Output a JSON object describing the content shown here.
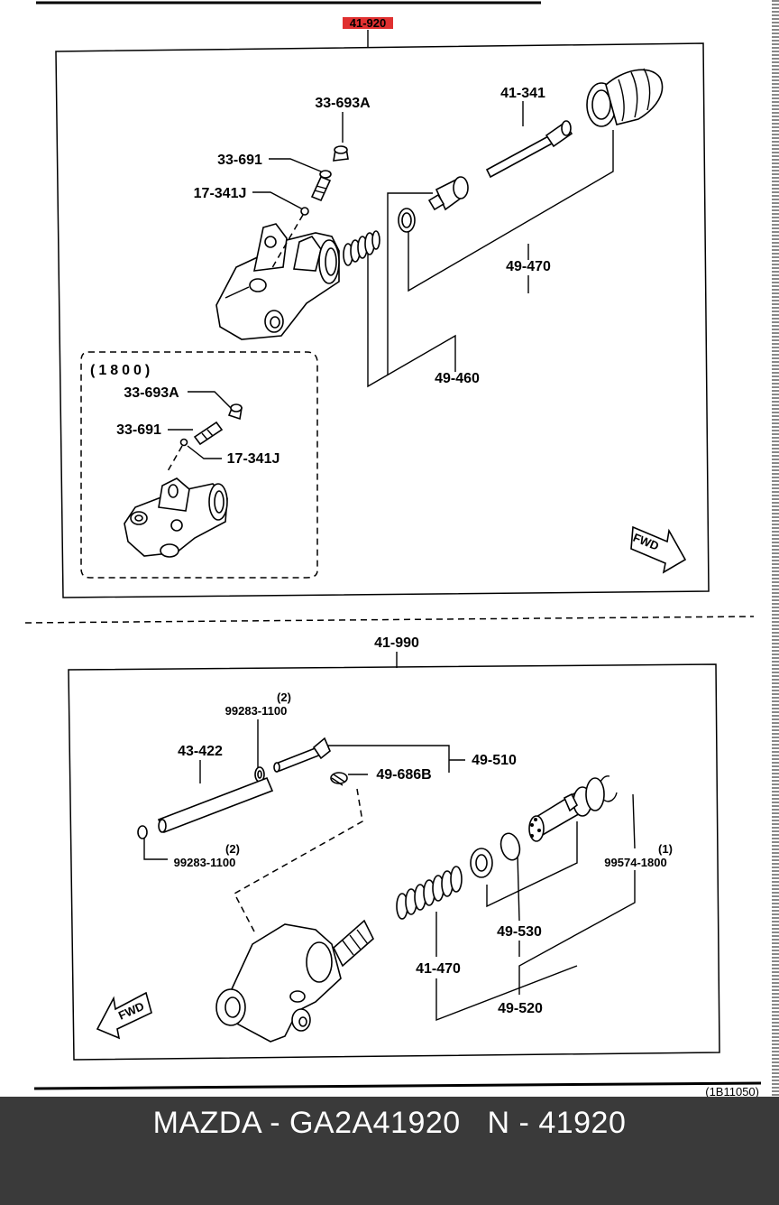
{
  "upper": {
    "assembly_label": "41-920",
    "assembly_color": "#e03030",
    "labels": {
      "p33693a": "33-693A",
      "p41341": "41-341",
      "p33691": "33-691",
      "p17341j": "17-341J",
      "p49470": "49-470",
      "p49460": "49-460"
    },
    "inset": {
      "variant": "(1800)",
      "p33693a": "33-693A",
      "p33691": "33-691",
      "p17341j": "17-341J"
    },
    "fwd": "FWD"
  },
  "lower": {
    "assembly_label": "41-990",
    "labels": {
      "qty_top": "(2)",
      "ref_top": "99283-1100",
      "p43422": "43-422",
      "p49510": "49-510",
      "p49686b": "49-686B",
      "qty_left": "(2)",
      "ref_left": "99283-1100",
      "qty_right": "(1)",
      "ref_right": "99574-1800",
      "p49530": "49-530",
      "p41470": "41-470",
      "p49520": "49-520"
    },
    "fwd": "FWD"
  },
  "diagram_code": "(1B11050)",
  "footer": {
    "title": "MAZDA - GA2A41920   N - 41920"
  }
}
